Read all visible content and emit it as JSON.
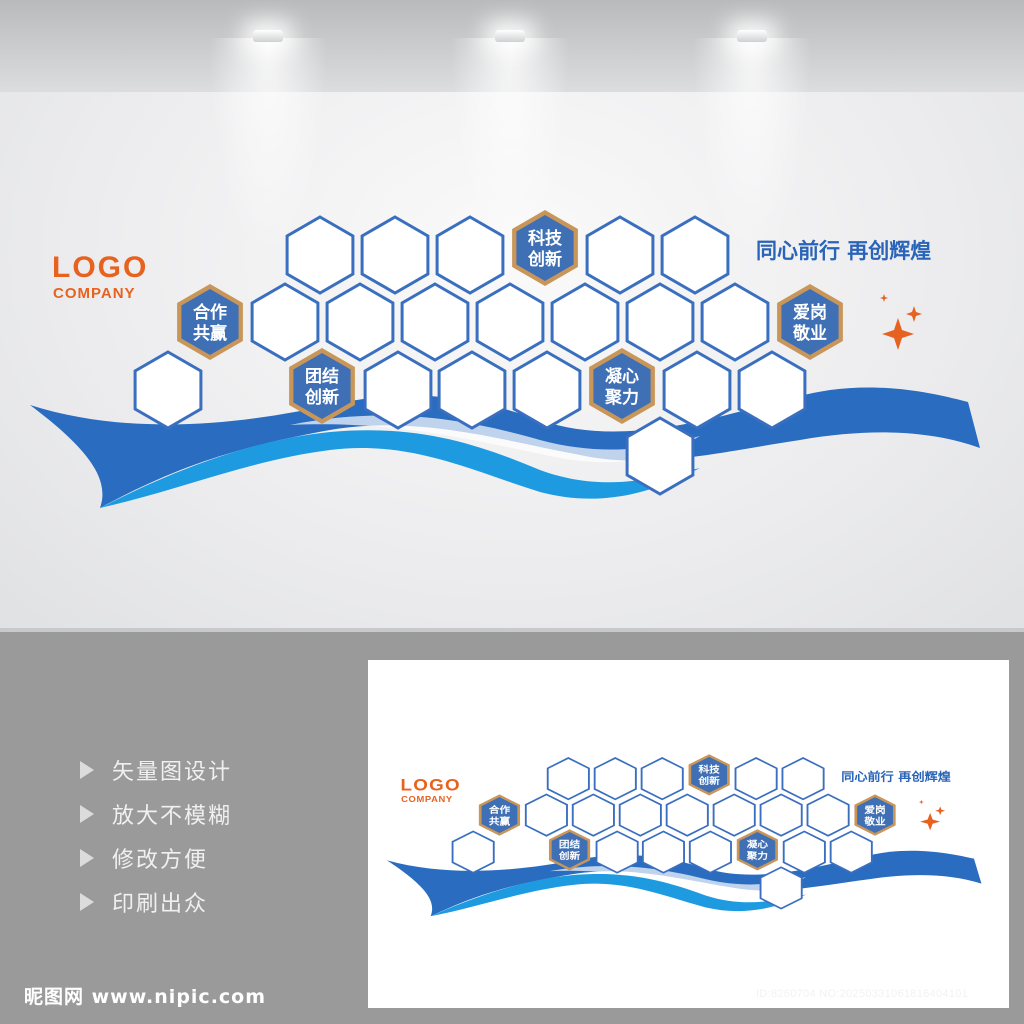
{
  "design": {
    "logo": "LOGO",
    "company": "COMPANY",
    "slogan": "同心前行 再创辉煌",
    "values": [
      {
        "line1": "合作",
        "line2": "共赢"
      },
      {
        "line1": "科技",
        "line2": "创新"
      },
      {
        "line1": "团结",
        "line2": "创新"
      },
      {
        "line1": "凝心",
        "line2": "聚力"
      },
      {
        "line1": "爱岗",
        "line2": "敬业"
      }
    ]
  },
  "features": [
    "矢量图设计",
    "放大不模糊",
    "修改方便",
    "印刷出众"
  ],
  "watermark": "昵图网 www.nipic.com",
  "image_id": "ID:8260704 NO:20250331061816404101",
  "colors": {
    "blue": "#3f6fb5",
    "light_blue": "#1e9be0",
    "orange": "#e8621f",
    "gold_border": "#c9965a",
    "hex_outline": "#3a6fc0"
  }
}
